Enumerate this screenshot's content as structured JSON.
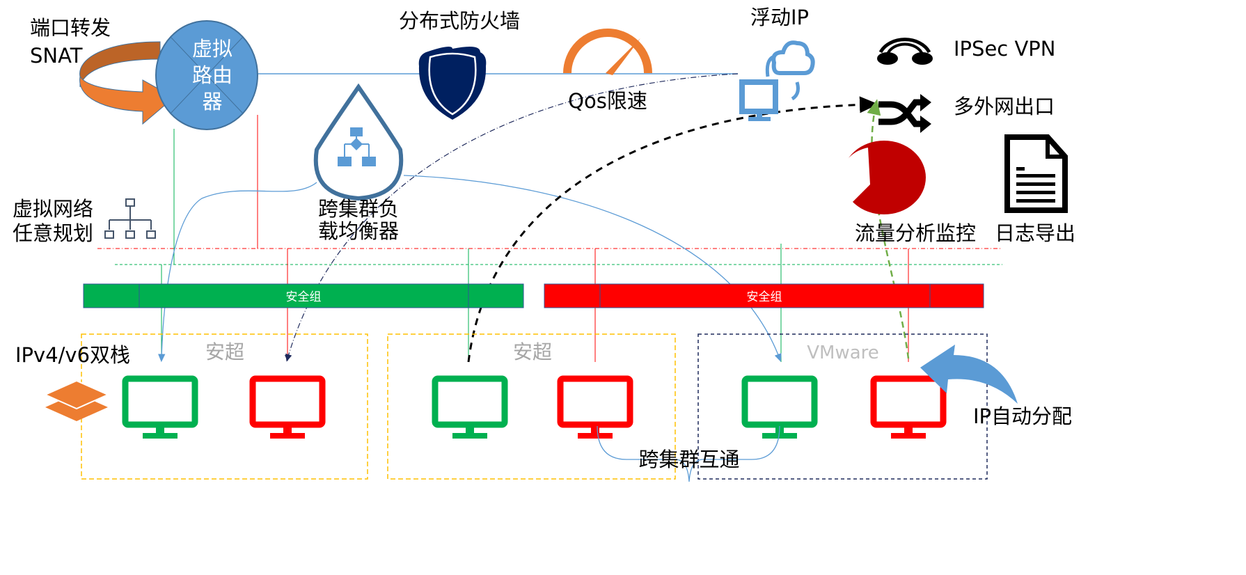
{
  "colors": {
    "router": "#5B9BD5",
    "green": "#00B050",
    "red": "#FF0000",
    "orange": "#ED7D31",
    "navy": "#002060",
    "dark_red": "#C00000",
    "cluster_border_orange": "#FFC000",
    "cluster_border_navy": "#1F2A5C"
  },
  "router": {
    "label_lines": [
      "虚拟",
      "路由",
      "器"
    ]
  },
  "labels": {
    "port_forward": "端口转发",
    "snat": "SNAT",
    "firewall": "分布式防火墙",
    "qos": "Qos限速",
    "floating_ip": "浮动IP",
    "ipsec_vpn": "IPSec VPN",
    "multi_wan": "多外网出口",
    "traffic_monitor": "流量分析监控",
    "log_export": "日志导出",
    "virtual_network_1": "虚拟网络",
    "virtual_network_2": "任意规划",
    "lb_1": "跨集群负",
    "lb_2": "载均衡器",
    "dual_stack": "IPv4/v6双栈",
    "ip_auto": "IP自动分配",
    "cross_cluster": "跨集群互通"
  },
  "security_groups": [
    {
      "label": "安全组",
      "color": "green"
    },
    {
      "label": "安全组",
      "color": "red"
    }
  ],
  "clusters": [
    {
      "label": "安超",
      "vms": [
        "green",
        "red"
      ]
    },
    {
      "label": "安超",
      "vms": [
        "green",
        "red"
      ]
    },
    {
      "label": "VMware",
      "vms": [
        "green",
        "red"
      ]
    }
  ],
  "icons": [
    "rotate-arrow-icon",
    "shield-icon",
    "speedometer-icon",
    "cloud-sync-icon",
    "vpn-cloud-icon",
    "shuffle-icon",
    "pie-chart-icon",
    "document-icon",
    "org-chart-icon",
    "load-balancer-icon",
    "layers-icon",
    "curved-arrow-icon",
    "monitor-icon"
  ]
}
